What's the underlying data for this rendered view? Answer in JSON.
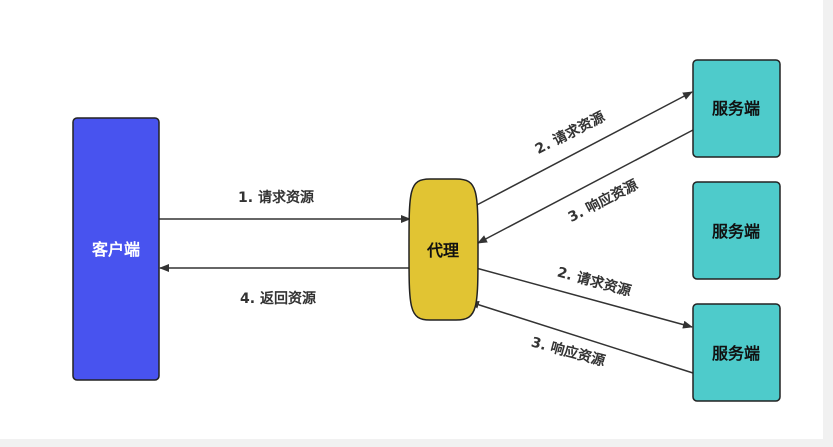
{
  "nodes": {
    "client": "客户端",
    "proxy": "代理",
    "servers": [
      "服务端",
      "服务端",
      "服务端"
    ]
  },
  "edges": {
    "client_request": "1. 请求资源",
    "proxy_return": "4. 返回资源",
    "proxy_request_top": "2. 请求资源",
    "server_response_top": "3. 响应资源",
    "proxy_request_bottom": "2. 请求资源",
    "server_response_bottom": "3. 响应资源"
  },
  "colors": {
    "client": "#4853ef",
    "proxy": "#e1c433",
    "server": "#4ecbcb",
    "stroke": "#222222"
  }
}
